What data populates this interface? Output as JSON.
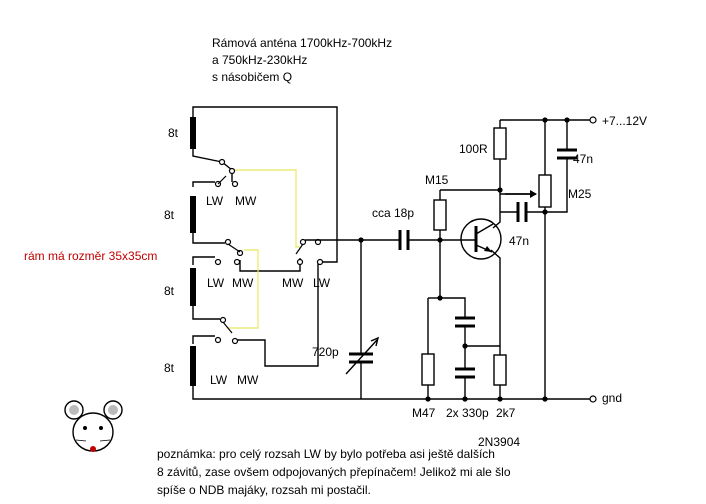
{
  "title": {
    "line1": "Rámová anténa 1700kHz-700kHz",
    "line2": "a 750kHz-230kHz",
    "line3": "s násobičem Q"
  },
  "frame_note": "rám má rozměr 35x35cm",
  "coils": [
    "8t",
    "8t",
    "8t",
    "8t"
  ],
  "switch_labels": {
    "s2_lw": "LW",
    "s2_mw": "MW",
    "s3_lw": "LW",
    "s3_mw": "MW",
    "s4_lw": "LW",
    "s4_mw": "MW",
    "main_mw": "MW",
    "main_lw": "LW"
  },
  "components": {
    "c_coupling": "cca 18p",
    "c_tuning": "720p",
    "r_m15": "M15",
    "r_100r": "100R",
    "c_47n_top": "47n",
    "r_m25": "M25",
    "c_47n_mid": "47n",
    "r_m47": "M47",
    "c_2x330p": "2x 330p",
    "r_2k7": "2k7",
    "transistor": "2N3904"
  },
  "terminals": {
    "vcc": "+7...12V",
    "gnd": "gnd"
  },
  "note": {
    "line1": "poznámka: pro celý rozsah LW by bylo potřeba asi ještě dalších",
    "line2": "8 závitů, zase ovšem odpojovaných přepínačem! Jelikož mi ale šlo",
    "line3": "spíše o NDB majáky, rozsah mi postačil."
  }
}
